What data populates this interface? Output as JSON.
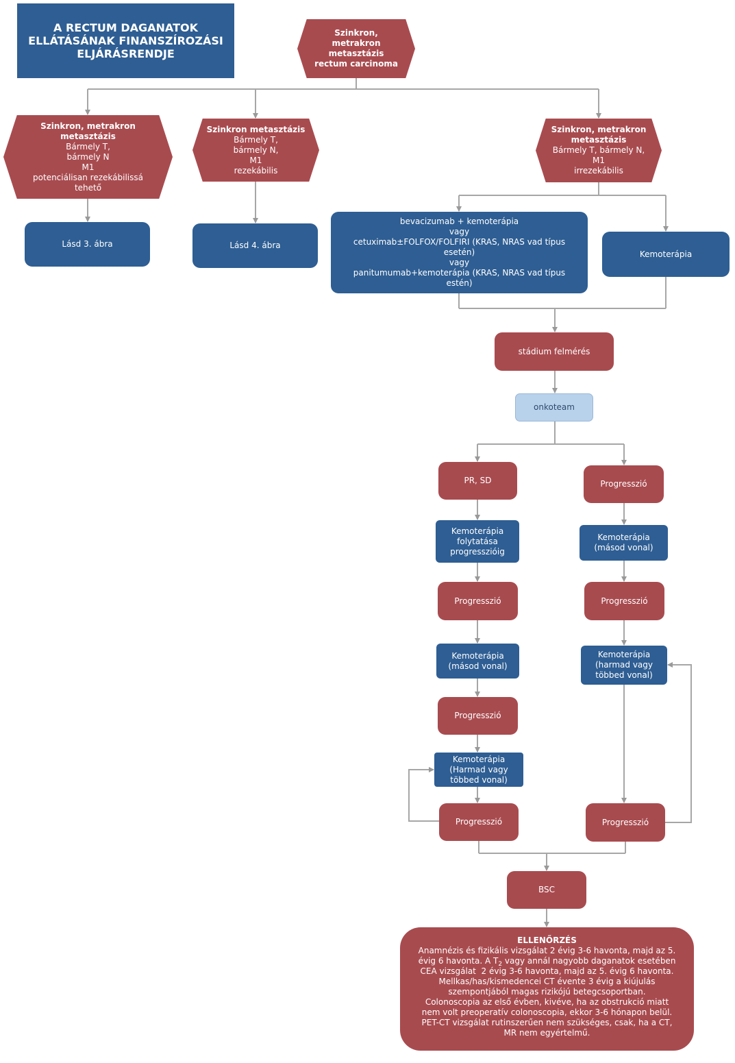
{
  "title": {
    "line1": "A RECTUM DAGANATOK",
    "line2": "ELLÁTÁSÁNAK FINANSZÍROZÁSI",
    "line3": "ELJÁRÁSRENDJE"
  },
  "colors": {
    "red": "#a84b4f",
    "blue": "#2e5e93",
    "light_blue": "#b9d2ec",
    "connector": "#a6a6a6"
  },
  "root": {
    "line1": "Szinkron,",
    "line2": "metrakron",
    "line3": "metasztázis",
    "line4": "rectum carcinoma"
  },
  "branch_left": {
    "heading1": "Szinkron, metrakron",
    "heading2": "metasztázis",
    "line1": "Bármely T,",
    "line2": "bármely N",
    "line3": "M1",
    "line4": "potenciálisan rezekábilissá",
    "line5": "tehető"
  },
  "branch_middle": {
    "heading1": "Szinkron metasztázis",
    "line1": "Bármely T,",
    "line2": "bármely N,",
    "line3": "M1",
    "line4": "rezekábilis"
  },
  "branch_right": {
    "heading1": "Szinkron, metrakron",
    "heading2": "metasztázis",
    "line1": "Bármely T, bármely N,",
    "line2": "M1",
    "line3": "irrezekábilis"
  },
  "see_fig3": "Lásd 3. ábra",
  "see_fig4": "Lásd 4. ábra",
  "targeted_therapy": {
    "line1": "bevacizumab + kemoterápia",
    "line2": "vagy",
    "line3": "cetuximab±FOLFOX/FOLFIRI (KRAS, NRAS vad típus",
    "line4": "esetén)",
    "line5": "vagy",
    "line6": "panitumumab+kemoterápia (KRAS, NRAS vad típus",
    "line7": "estén)"
  },
  "chemo": "Kemoterápia",
  "staging": "stádium felmérés",
  "oncoteam": "onkoteam",
  "pr_sd": "PR, SD",
  "progression": "Progresszió",
  "left_path": {
    "chemo_continue": {
      "line1": "Kemoterápia",
      "line2": "folytatása",
      "line3": "progresszióig"
    },
    "chemo_second": {
      "line1": "Kemoterápia",
      "line2": "(másod vonal)"
    },
    "chemo_third": {
      "line1": "Kemoterápia",
      "line2": "(Harmad vagy",
      "line3": "többed vonal)"
    }
  },
  "right_path": {
    "chemo_second": {
      "line1": "Kemoterápia",
      "line2": "(másod vonal)"
    },
    "chemo_third": {
      "line1": "Kemoterápia",
      "line2": "(harmad vagy",
      "line3": "többed vonal)"
    }
  },
  "bsc": "BSC",
  "followup": {
    "heading": "ELLENŐRZÉS",
    "line1": "Anamnézis és fizikális vizsgálat 2 évig 3-6 havonta, majd az 5.",
    "line2_a": "évig 6 havonta. A T",
    "line2_sub": "2",
    "line2_b": " vagy annál nagyobb daganatok esetében",
    "line3": "CEA vizsgálat  2 évig 3-6 havonta, majd az 5. évig 6 havonta.",
    "line4": "Mellkas/has/kismedencei CT évente 3 évig a kiújulás",
    "line5": "szempontjából magas rizikójú betegcsoportban.",
    "line6": "Colonoscopia az első évben, kivéve, ha az obstrukció miatt",
    "line7": "nem volt preoperatív colonoscopia, ekkor 3-6 hónapon belül.",
    "line8": "PET-CT vizsgálat rutinszerűen nem szükséges, csak, ha a CT,",
    "line9": "MR nem egyértelmű."
  }
}
